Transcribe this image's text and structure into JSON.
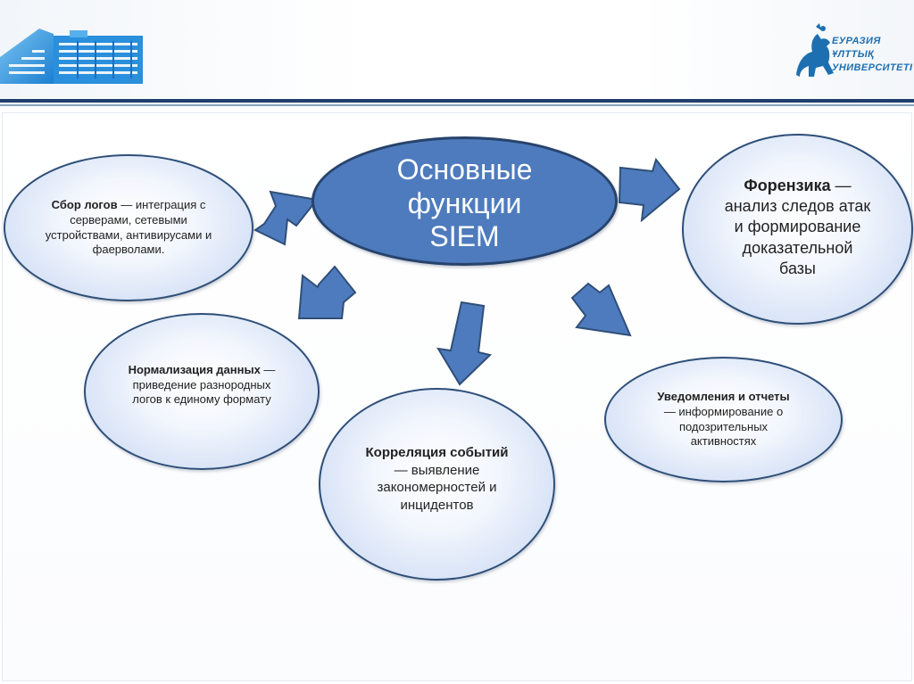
{
  "header": {
    "university_logo_lines": [
      "ЕУРАЗИЯ",
      "ҰЛТТЫҚ",
      "УНИВЕРСИТЕТІ"
    ]
  },
  "center": {
    "title": "Основные\nфункции\nSIEM"
  },
  "nodes": {
    "log_collection": {
      "title": "Сбор логов",
      "description": " — интеграция с серверами, сетевыми устройствами, антивирусами и фаерволами."
    },
    "normalization": {
      "title": "Нормализация данных",
      "description": " — приведение разнородных логов к единому формату"
    },
    "correlation": {
      "title": "Корреляция событий",
      "description": " — выявление закономерностей и инцидентов"
    },
    "notifications": {
      "title": "Уведомления и отчеты",
      "description": " — информирование о подозрительных активностях"
    },
    "forensics": {
      "title": "Форензика",
      "description": " — анализ следов атак и формирование доказательной базы"
    }
  },
  "colors": {
    "center_fill": "#4e7bbd",
    "arrow_fill": "#4e7bbd",
    "header_rule": "#1f3f6c",
    "logo_blue": "#1d6fb0"
  },
  "icons": {
    "building_logo": "building-logo-icon",
    "university_logo": "horse-rider-emblem-icon"
  }
}
